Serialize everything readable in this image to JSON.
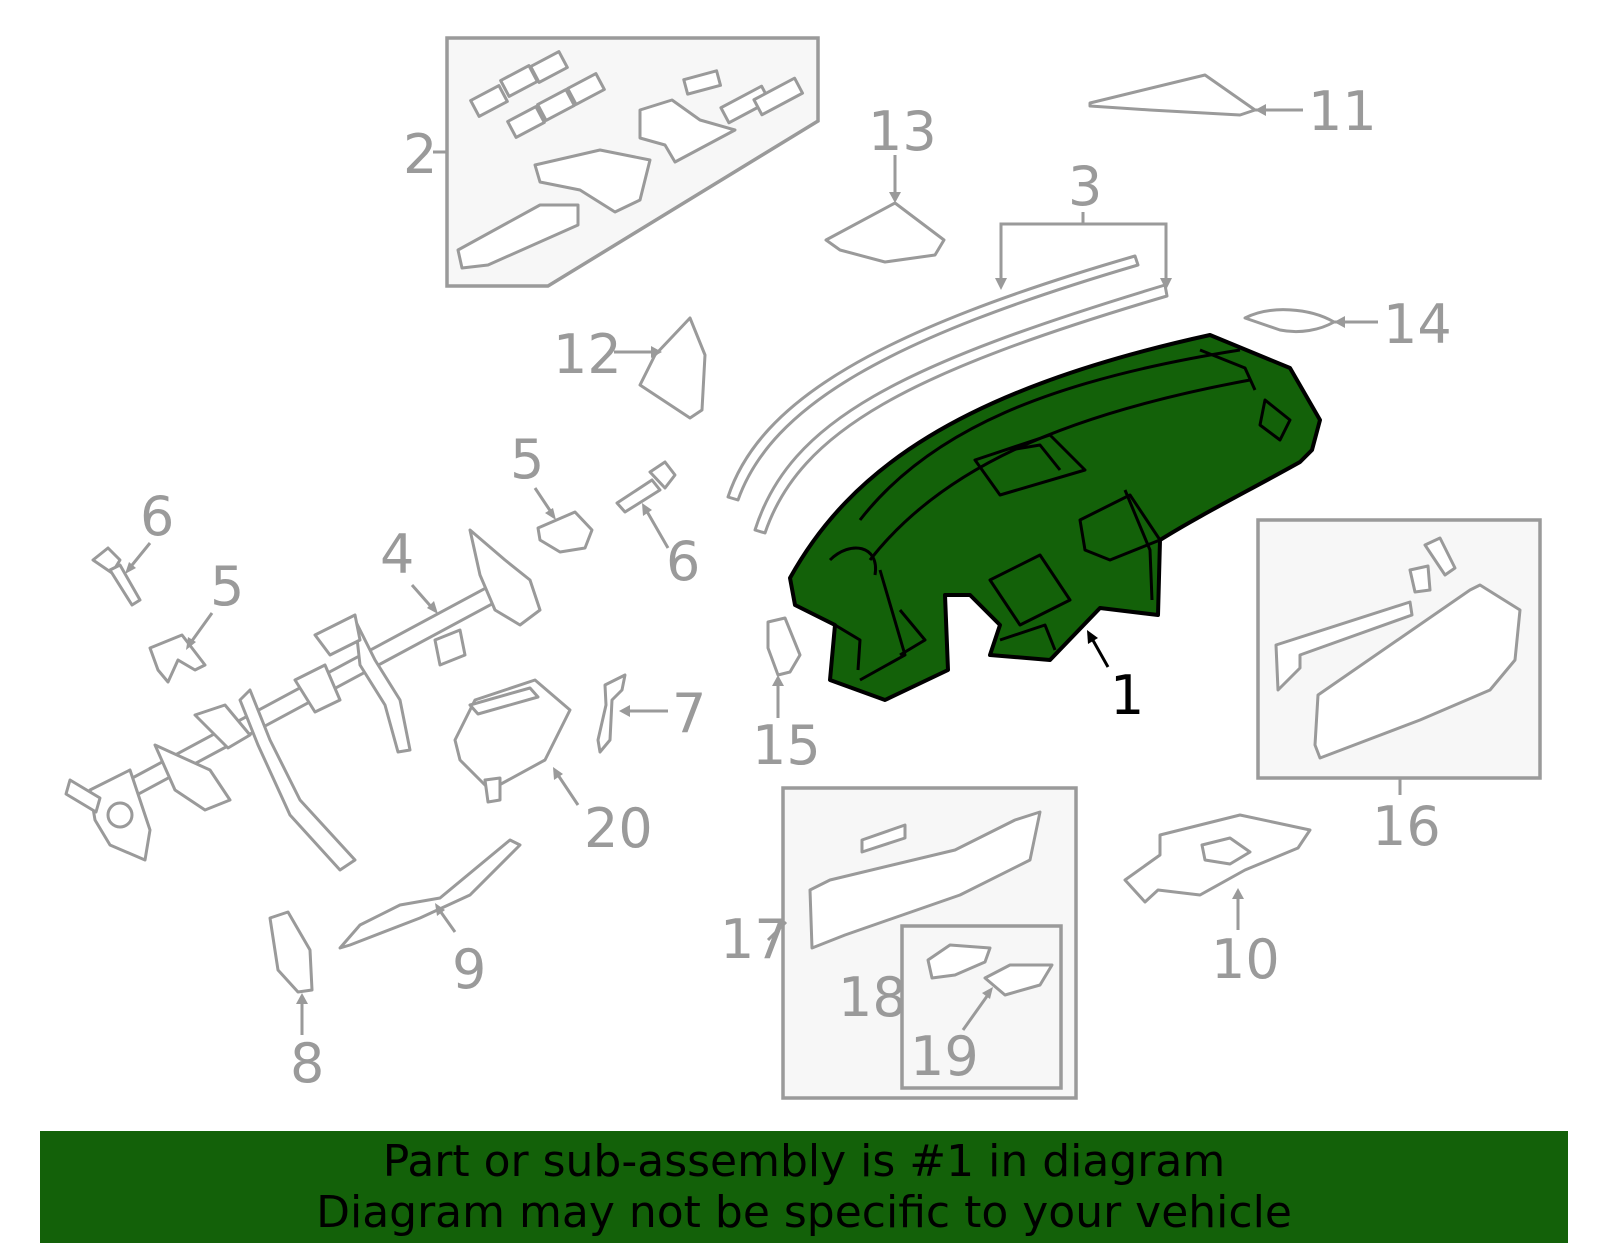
{
  "callouts": {
    "c1": "1",
    "c2": "2",
    "c3": "3",
    "c4": "4",
    "c5a": "5",
    "c5b": "5",
    "c6a": "6",
    "c6b": "6",
    "c7": "7",
    "c8": "8",
    "c9": "9",
    "c10": "10",
    "c11": "11",
    "c12": "12",
    "c13": "13",
    "c14": "14",
    "c15": "15",
    "c16": "16",
    "c17": "17",
    "c18": "18",
    "c19": "19",
    "c20": "20"
  },
  "colors": {
    "highlight": "#136109",
    "outline": "#9a9a9a",
    "banner": "#136109",
    "main_label": "#000000"
  },
  "banner": {
    "line1": "Part or sub-assembly is #1 in diagram",
    "line2": "Diagram may not be specific to your vehicle"
  }
}
